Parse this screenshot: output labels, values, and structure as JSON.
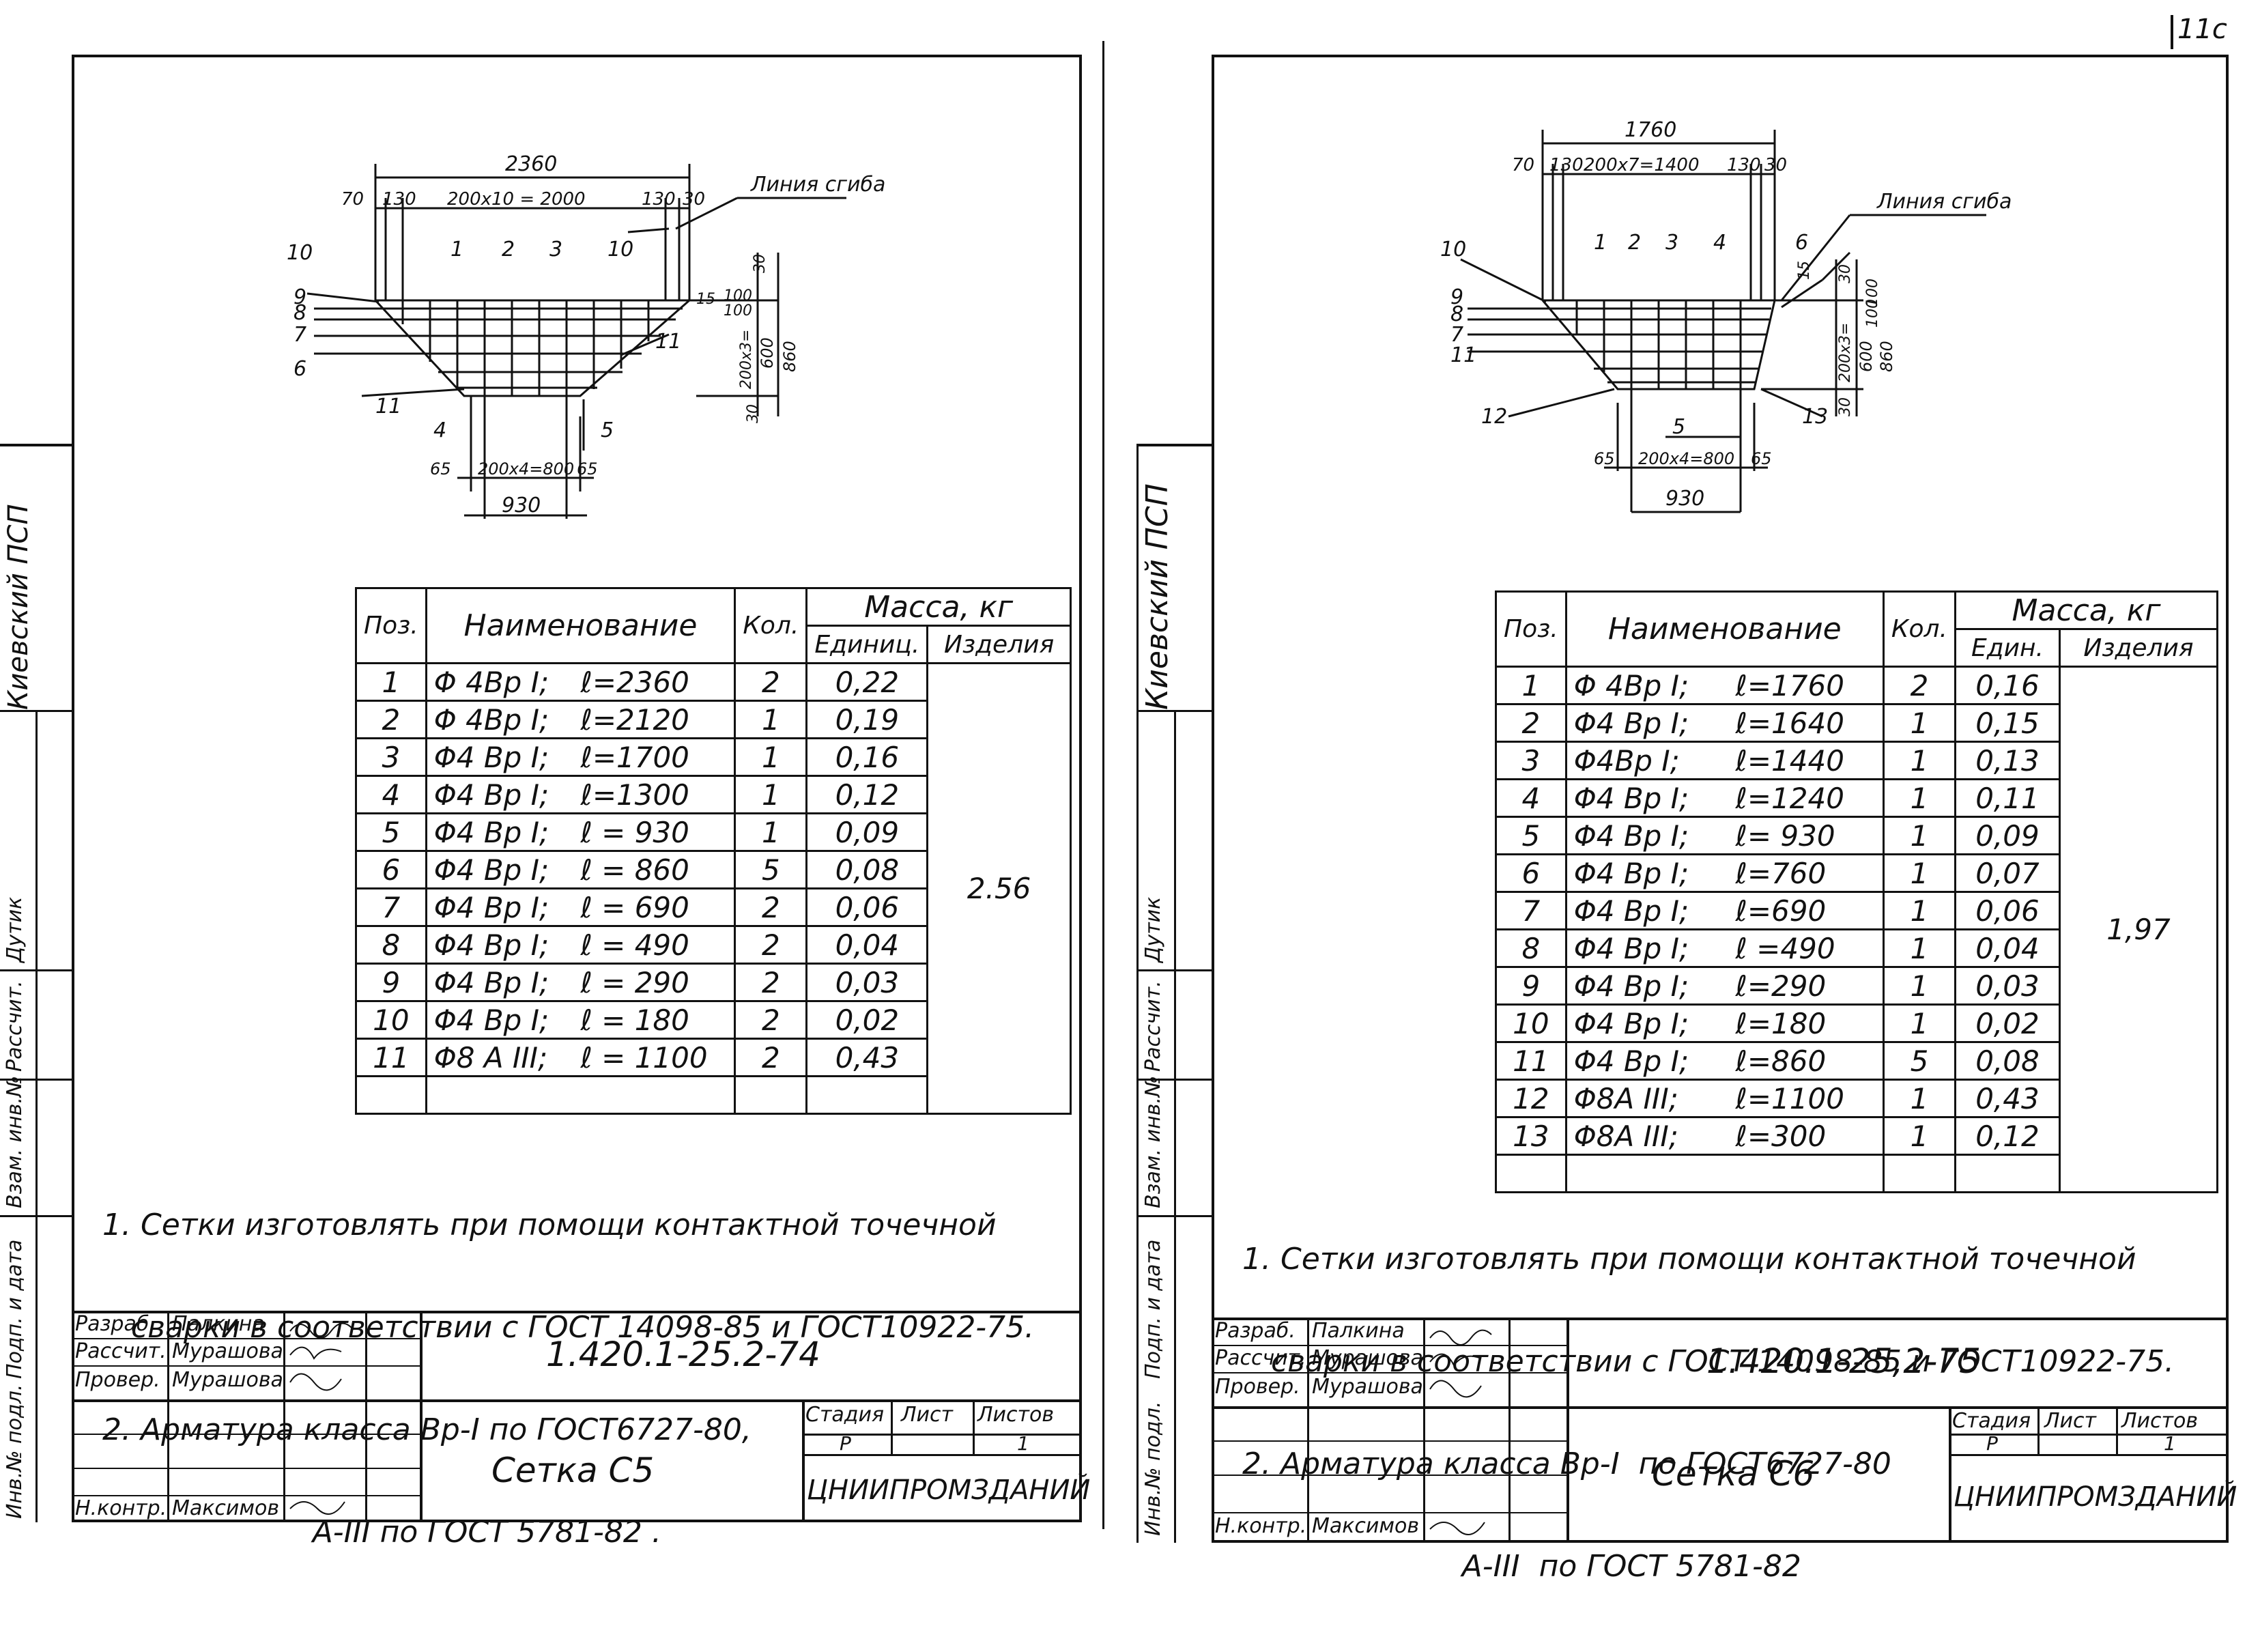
{
  "page_number": "11c",
  "sheets": [
    {
      "stamp_left": "Киевский ПСП",
      "side_labels": [
        "Инв.№ подл.",
        "Подп. и дата",
        "Взам. инв.№",
        "Рассчит.",
        "Дутик"
      ],
      "drawing": {
        "total_width": "2360",
        "segments_top": [
          "70",
          "130",
          "200x10 = 2000",
          "130",
          "30"
        ],
        "bend_label": "Линия сгиба",
        "positions": [
          "10",
          "1",
          "2",
          "3",
          "10",
          "9",
          "8",
          "7",
          "6",
          "11",
          "11",
          "4",
          "5"
        ],
        "dims_right": [
          "30",
          "15",
          "100",
          "100",
          "200x3=",
          "600",
          "860",
          "30"
        ],
        "segments_bottom": [
          "65",
          "200x4=800",
          "65"
        ],
        "bottom_width": "930"
      },
      "table": {
        "headers": {
          "pos": "Поз.",
          "name": "Наименование",
          "qty": "Кол.",
          "mass": "Масса, кг",
          "unit": "Единиц.",
          "item": "Изделия"
        },
        "rows": [
          {
            "pos": "1",
            "name": "Φ 4Вр I;",
            "len": "ℓ=2360",
            "qty": "2",
            "mass": "0,22"
          },
          {
            "pos": "2",
            "name": "Φ 4Вр I;",
            "len": "ℓ=2120",
            "qty": "1",
            "mass": "0,19"
          },
          {
            "pos": "3",
            "name": "Φ4 Вр I;",
            "len": "ℓ=1700",
            "qty": "1",
            "mass": "0,16"
          },
          {
            "pos": "4",
            "name": "Φ4 Вр I;",
            "len": "ℓ=1300",
            "qty": "1",
            "mass": "0,12"
          },
          {
            "pos": "5",
            "name": "Φ4 Вр I;",
            "len": "ℓ = 930",
            "qty": "1",
            "mass": "0,09"
          },
          {
            "pos": "6",
            "name": "Φ4 Вр I;",
            "len": "ℓ = 860",
            "qty": "5",
            "mass": "0,08"
          },
          {
            "pos": "7",
            "name": "Φ4 Вр I;",
            "len": "ℓ = 690",
            "qty": "2",
            "mass": "0,06"
          },
          {
            "pos": "8",
            "name": "Φ4 Вр I;",
            "len": "ℓ = 490",
            "qty": "2",
            "mass": "0,04"
          },
          {
            "pos": "9",
            "name": "Φ4 Вр I;",
            "len": "ℓ = 290",
            "qty": "2",
            "mass": "0,03"
          },
          {
            "pos": "10",
            "name": "Φ4 Вр I;",
            "len": "ℓ = 180",
            "qty": "2",
            "mass": "0,02"
          },
          {
            "pos": "11",
            "name": "Φ8 А III;",
            "len": "ℓ = 1100",
            "qty": "2",
            "mass": "0,43"
          }
        ],
        "total_mass": "2.56"
      },
      "notes": [
        "1. Сетки изготовлять при помощи контактной точечной",
        "   сварки в соответствии с ГОСТ 14098-85 и ГОСТ10922-75.",
        "2. Арматура класса Вр-I по ГОСТ6727-80,",
        "                      А-III по ГОСТ 5781-82 ."
      ],
      "title_block": {
        "roles": [
          "Разраб.",
          "Рассчит.",
          "Провер.",
          "",
          "",
          "Н.контр."
        ],
        "names": [
          "Палкина",
          "Мурашова",
          "Мурашова",
          "",
          "",
          "Максимов"
        ],
        "doc_code": "1.420.1-25.2-74",
        "title": "Сетка С5",
        "stage_hdr": "Стадия",
        "sheet_hdr": "Лист",
        "sheets_hdr": "Листов",
        "stage": "Р",
        "sheet": "",
        "sheets": "1",
        "org": "ЦНИИПРОМЗДАНИЙ"
      }
    },
    {
      "stamp_left": "Киевский ПСП",
      "side_labels": [
        "Инв.№ подл.",
        "Подп. и дата",
        "Взам. инв.№",
        "Рассчит.",
        "Дутик"
      ],
      "drawing": {
        "total_width": "1760",
        "segments_top": [
          "70",
          "130",
          "200x7=1400",
          "130",
          "30"
        ],
        "bend_label": "Линия сгиба",
        "positions": [
          "10",
          "1",
          "2",
          "3",
          "4",
          "6",
          "9",
          "8",
          "7",
          "11",
          "12",
          "13",
          "5"
        ],
        "dims_right": [
          "30",
          "15",
          "100",
          "100",
          "200x3=",
          "600",
          "860",
          "30"
        ],
        "segments_bottom": [
          "65",
          "200x4=800",
          "65"
        ],
        "bottom_width": "930"
      },
      "table": {
        "headers": {
          "pos": "Поз.",
          "name": "Наименование",
          "qty": "Кол.",
          "mass": "Масса, кг",
          "unit": "Един.",
          "item": "Изделия"
        },
        "rows": [
          {
            "pos": "1",
            "name": "Φ 4Вр I;",
            "len": "ℓ=1760",
            "qty": "2",
            "mass": "0,16"
          },
          {
            "pos": "2",
            "name": "Φ4 Вр I;",
            "len": "ℓ=1640",
            "qty": "1",
            "mass": "0,15"
          },
          {
            "pos": "3",
            "name": "Φ4Вр I;",
            "len": "ℓ=1440",
            "qty": "1",
            "mass": "0,13"
          },
          {
            "pos": "4",
            "name": "Φ4 Вр I;",
            "len": "ℓ=1240",
            "qty": "1",
            "mass": "0,11"
          },
          {
            "pos": "5",
            "name": "Φ4 Вр I;",
            "len": "ℓ= 930",
            "qty": "1",
            "mass": "0,09"
          },
          {
            "pos": "6",
            "name": "Φ4 Вр I;",
            "len": "ℓ=760",
            "qty": "1",
            "mass": "0,07"
          },
          {
            "pos": "7",
            "name": "Φ4 Вр I;",
            "len": "ℓ=690",
            "qty": "1",
            "mass": "0,06"
          },
          {
            "pos": "8",
            "name": "Φ4 Вр I;",
            "len": "ℓ =490",
            "qty": "1",
            "mass": "0,04"
          },
          {
            "pos": "9",
            "name": "Φ4 Вр I;",
            "len": "ℓ=290",
            "qty": "1",
            "mass": "0,03"
          },
          {
            "pos": "10",
            "name": "Φ4 Вр I;",
            "len": "ℓ=180",
            "qty": "1",
            "mass": "0,02"
          },
          {
            "pos": "11",
            "name": "Φ4 Вр I;",
            "len": "ℓ=860",
            "qty": "5",
            "mass": "0,08"
          },
          {
            "pos": "12",
            "name": "Φ8А III;",
            "len": "ℓ=1100",
            "qty": "1",
            "mass": "0,43"
          },
          {
            "pos": "13",
            "name": "Φ8А III;",
            "len": "ℓ=300",
            "qty": "1",
            "mass": "0,12"
          }
        ],
        "total_mass": "1,97"
      },
      "notes": [
        "1. Сетки изготовлять при помощи контактной точечной",
        "   сварки в соответствии с ГОСТ 14098-85 и ГОСТ10922-75.",
        "2. Арматура класса Вр-I  по ГОСТ6727-80",
        "                       А-III  по ГОСТ 5781-82"
      ],
      "title_block": {
        "roles": [
          "Разраб.",
          "Рассчит.",
          "Провер.",
          "",
          "",
          "Н.контр."
        ],
        "names": [
          "Палкина",
          "Мурашова",
          "Мурашова",
          "",
          "",
          "Максимов"
        ],
        "doc_code": "1.420.1-25,2-75",
        "title": "Сетка С6",
        "stage_hdr": "Стадия",
        "sheet_hdr": "Лист",
        "sheets_hdr": "Листов",
        "stage": "Р",
        "sheet": "",
        "sheets": "1",
        "org": "ЦНИИПРОМЗДАНИЙ"
      }
    }
  ]
}
